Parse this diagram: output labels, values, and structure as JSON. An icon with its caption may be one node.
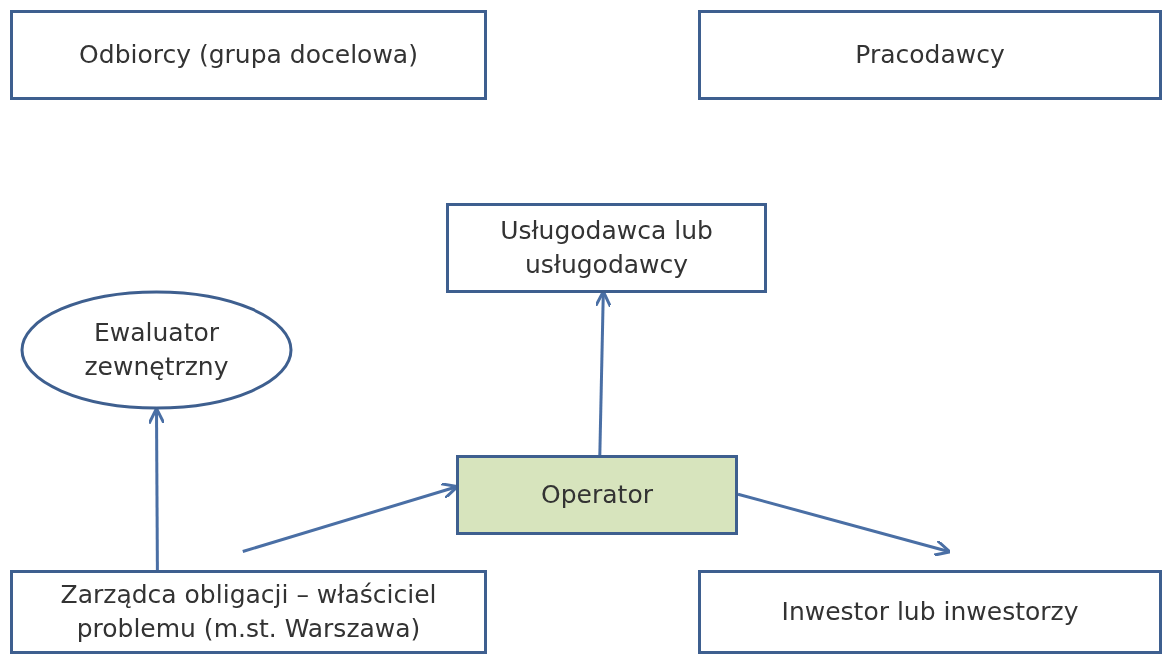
{
  "diagram": {
    "nodes": [
      {
        "text": [
          "Odbiorcy (grupa docelowa)"
        ]
      },
      {
        "text": [
          "Pracodawcy"
        ]
      },
      {
        "text": [
          "Usługodawca lub usługodawcy"
        ]
      },
      {
        "text": [
          "Ewaluator zewnętrzny"
        ]
      },
      {
        "text": [
          "Operator"
        ]
      },
      {
        "text": [
          "Zarządca obligacji – właściciel problemu (m.st. Warszawa)"
        ]
      },
      {
        "text": [
          "Inwestor lub inwestorzy"
        ]
      }
    ],
    "edges": [
      {
        "from": 5,
        "to": 3,
        "arrow": "to"
      },
      {
        "from": 5,
        "to": 4,
        "arrow": "to"
      },
      {
        "from": 4,
        "to": 2,
        "arrow": "to"
      },
      {
        "from": 4,
        "to": 6,
        "arrow": "to"
      }
    ]
  }
}
